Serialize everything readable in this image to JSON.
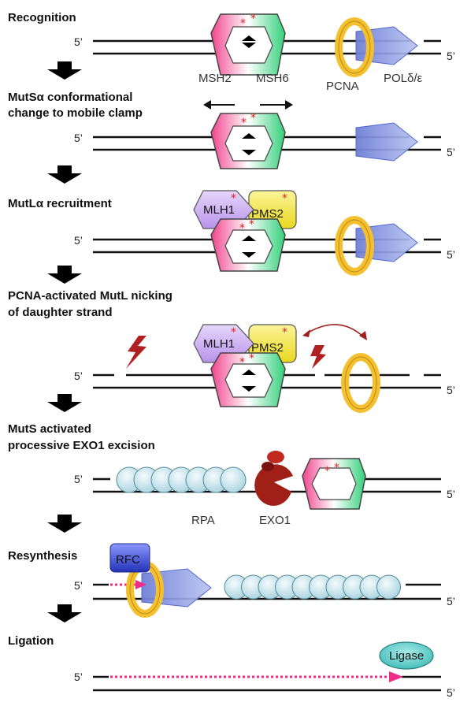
{
  "colors": {
    "msh2": "#f0448e",
    "msh6": "#33d07a",
    "mlh1": "#caa6f0",
    "pms2": "#f2e83a",
    "pcna": "#f5c030",
    "pol": "#6f7fd6",
    "rpa": "#cdeaf0",
    "exo1": "#a01f17",
    "rfc": "#3b4fd8",
    "ligase": "#4fc7c4",
    "resynth": "#ee2c8a",
    "mismatch": "#e02020",
    "nick": "#b02020"
  },
  "stages": [
    {
      "title": "Recognition"
    },
    {
      "title": "MutSα conformational",
      "title2": "change to mobile clamp"
    },
    {
      "title": "MutLα recruitment"
    },
    {
      "title": "PCNA-activated MutL nicking",
      "title2": "of daughter strand"
    },
    {
      "title": "MutS activated",
      "title2": "processive EXO1 excision"
    },
    {
      "title": "Resynthesis"
    },
    {
      "title": "Ligation"
    }
  ],
  "ends": {
    "five_prime": "5’"
  },
  "labels": {
    "msh2": "MSH2",
    "msh6": "MSH6",
    "pcna": "PCNA",
    "pol": "POLδ/ε",
    "mlh1": "MLH1",
    "pms2": "PMS2",
    "rpa": "RPA",
    "exo1": "EXO1",
    "rfc": "RFC",
    "ligase": "Ligase"
  }
}
